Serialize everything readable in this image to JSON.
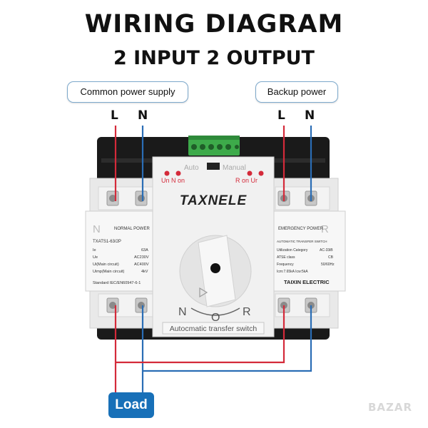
{
  "header": {
    "title": "WIRING DIAGRAM",
    "subtitle": "2 INPUT 2 OUTPUT"
  },
  "inputs": {
    "common_power_supply": "Common power supply",
    "backup_power": "Backup power",
    "line_label": "L",
    "neutral_label": "N"
  },
  "device": {
    "brand": "TAXNELE",
    "mode_auto": "Auto",
    "mode_manual": "Manual",
    "indicator_left": "Un  N on",
    "indicator_right": "R on  Ur",
    "footer_label": "Autocmatic transfer switch",
    "dial_positions": [
      "N",
      "O",
      "R"
    ],
    "left_panel": {
      "letter": "N",
      "title": "NORMAL POWER",
      "model": "TXATS1-63/2P",
      "specs": [
        {
          "key": "Ie",
          "value": "63A"
        },
        {
          "key": "Ue",
          "value": "AC230V"
        },
        {
          "key": "Ui(Main circuit)",
          "value": "AC400V"
        },
        {
          "key": "Uimp(Main circuit)",
          "value": "4kV"
        }
      ],
      "standard": "Standard IEC/EN60947-6-1"
    },
    "right_panel": {
      "letter": "R",
      "title": "EMERGENCY POWER",
      "subtitle": "AUTOMATIC TRANSFER SWITCH",
      "specs": [
        {
          "key": "Utilization Category",
          "value": "AC-33iB"
        },
        {
          "key": "ATSE class",
          "value": "CB"
        },
        {
          "key": "Frequency",
          "value": "50/60Hz"
        },
        {
          "key": "Icm:7.65kA Icw:5kA",
          "value": ""
        }
      ],
      "maker": "TAIXIN ELECTRIC"
    }
  },
  "output": {
    "load_label": "Load"
  },
  "watermark": "BAZAR",
  "colors": {
    "line_wire": "#d42a3a",
    "neutral_wire": "#2a6db5",
    "load_badge": "#1870b8",
    "terminal_green": "#3daa4a",
    "pill_border": "#7da9cc"
  }
}
